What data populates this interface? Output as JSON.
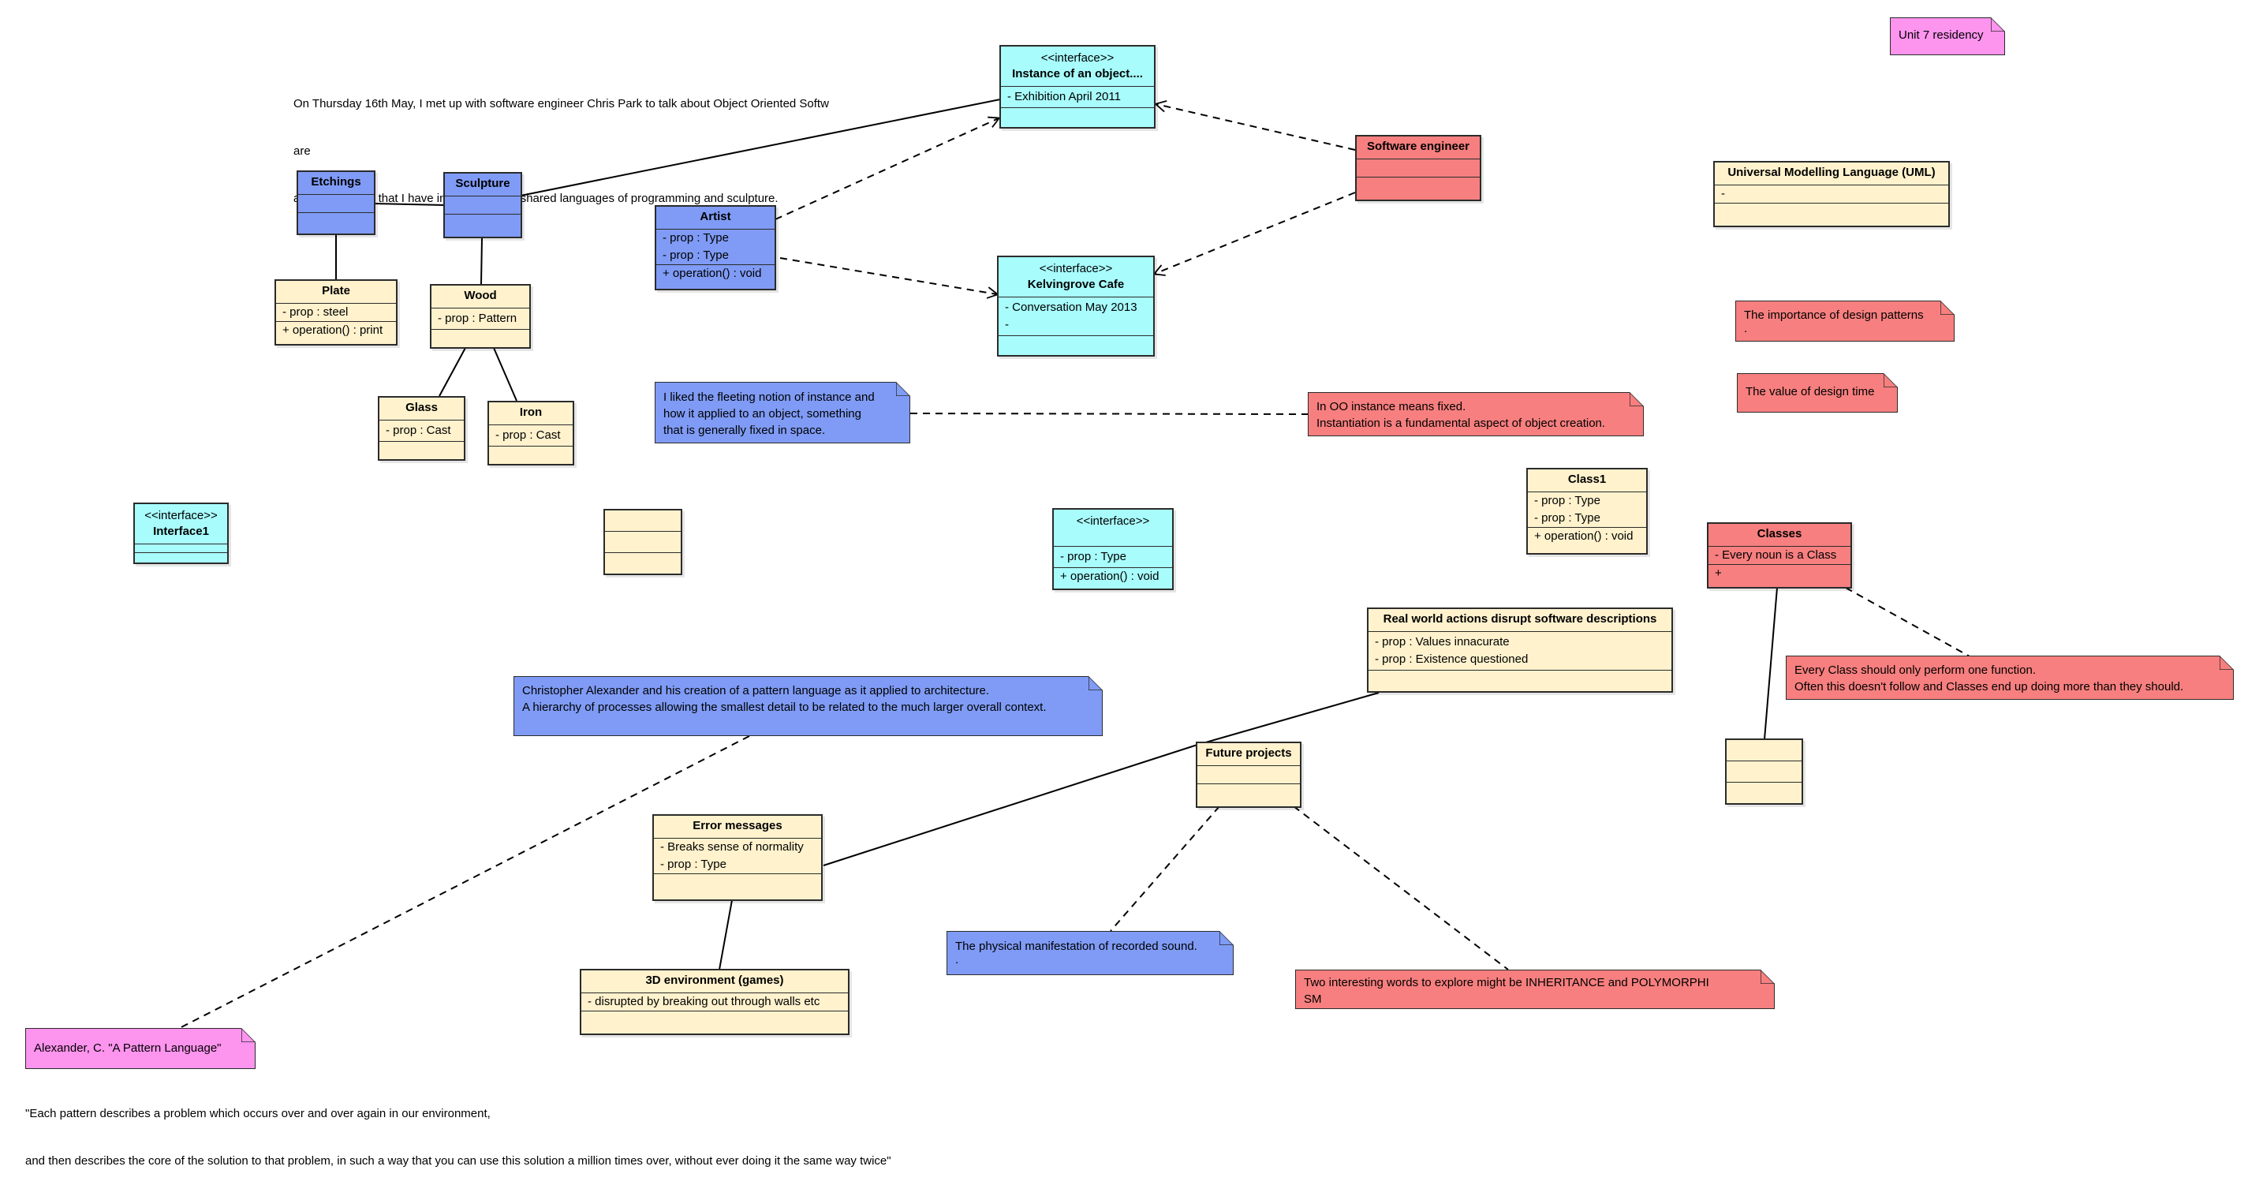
{
  "intro_text": {
    "line1": "On Thursday 16th May, I met up with software engineer Chris Park to talk about Object Oriented Softw",
    "line2": "are",
    "line3": "and the interest that I have in exploring the shared languages of programming and sculpture."
  },
  "quote_text": {
    "line1": "\"Each pattern describes a problem which occurs over and over again in our environment,",
    "line2": "and then describes the core of the solution to that problem, in such a way that you can use this solution a million times over, without ever doing it the same way twice\""
  },
  "classes": {
    "etchings": {
      "name": "Etchings"
    },
    "sculpture": {
      "name": "Sculpture"
    },
    "plate": {
      "name": "Plate",
      "attrs": [
        "- prop : steel"
      ],
      "ops": [
        "+ operation() : print"
      ]
    },
    "wood": {
      "name": "Wood",
      "attrs": [
        "- prop : Pattern"
      ]
    },
    "glass": {
      "name": "Glass",
      "attrs": [
        "- prop : Cast"
      ]
    },
    "iron": {
      "name": "Iron",
      "attrs": [
        "- prop : Cast"
      ]
    },
    "artist": {
      "name": "Artist",
      "attrs": [
        "- prop : Type",
        "- prop : Type"
      ],
      "ops": [
        "+ operation() : void"
      ]
    },
    "instance_object": {
      "stereotype": "<<interface>>",
      "name": "Instance of an object....",
      "attrs": [
        "- Exhibition April 2011"
      ]
    },
    "kelvingrove": {
      "stereotype": "<<interface>>",
      "name": "Kelvingrove Cafe",
      "attrs": [
        "- Conversation May 2013",
        "-"
      ]
    },
    "software_engineer": {
      "name": "Software engineer"
    },
    "uml_class": {
      "name": "Universal Modelling Language (UML)",
      "attrs": [
        "-"
      ]
    },
    "interface1": {
      "stereotype": "<<interface>>",
      "name": "Interface1"
    },
    "interface_unnamed": {
      "stereotype": "<<interface>>",
      "attrs": [
        "- prop : Type"
      ],
      "ops": [
        "+ operation() : void"
      ]
    },
    "class1": {
      "name": "Class1",
      "attrs": [
        "- prop : Type",
        "- prop : Type"
      ],
      "ops": [
        "+ operation() : void"
      ]
    },
    "classes_box": {
      "name": "Classes",
      "attrs": [
        "- Every noun is a Class"
      ],
      "ops": [
        "+"
      ]
    },
    "real_world": {
      "name": "Real world actions disrupt software descriptions",
      "attrs": [
        "- prop : Values innacurate",
        "- prop : Existence questioned"
      ]
    },
    "future_projects": {
      "name": "Future projects"
    },
    "error_messages": {
      "name": "Error messages",
      "attrs": [
        "- Breaks sense of normality",
        "- prop : Type"
      ]
    },
    "environment_3d": {
      "name": "3D environment (games)",
      "attrs": [
        "- disrupted by breaking out through walls etc"
      ]
    }
  },
  "notes": {
    "unit7": {
      "lines": [
        "Unit 7 residency"
      ]
    },
    "design_patterns": {
      "lines": [
        "The importance of design patterns",
        "."
      ]
    },
    "design_time": {
      "lines": [
        "The value of design time"
      ]
    },
    "fleeting": {
      "lines": [
        "I liked the fleeting notion of instance and",
        "how it applied to an object, something",
        "that is generally fixed in space."
      ]
    },
    "oo_instance": {
      "lines": [
        "In OO instance means fixed.",
        "Instantiation is a fundamental aspect of object creation."
      ]
    },
    "christopher": {
      "lines": [
        "Christopher Alexander and his creation of a pattern language as it applied to architecture.",
        "",
        "A hierarchy of processes allowing the smallest detail to be related to the much larger overall context."
      ]
    },
    "every_class": {
      "lines": [
        "Every Class should only perform one function.",
        "Often this doesn't follow and Classes end up doing more than they should."
      ]
    },
    "physical": {
      "lines": [
        "The physical manifestation of recorded sound.",
        "."
      ]
    },
    "two_words": {
      "lines": [
        "Two interesting words to explore might be INHERITANCE and POLYMORPHI",
        "SM"
      ]
    },
    "alexander_book": {
      "lines": [
        "Alexander, C. \"A Pattern Language\""
      ]
    }
  },
  "colors": {
    "blue": "#7f9bf5",
    "cyan": "#a8fcfc",
    "cream": "#fff2cd",
    "red": "#f77f7f",
    "pink": "#fd94ee"
  }
}
